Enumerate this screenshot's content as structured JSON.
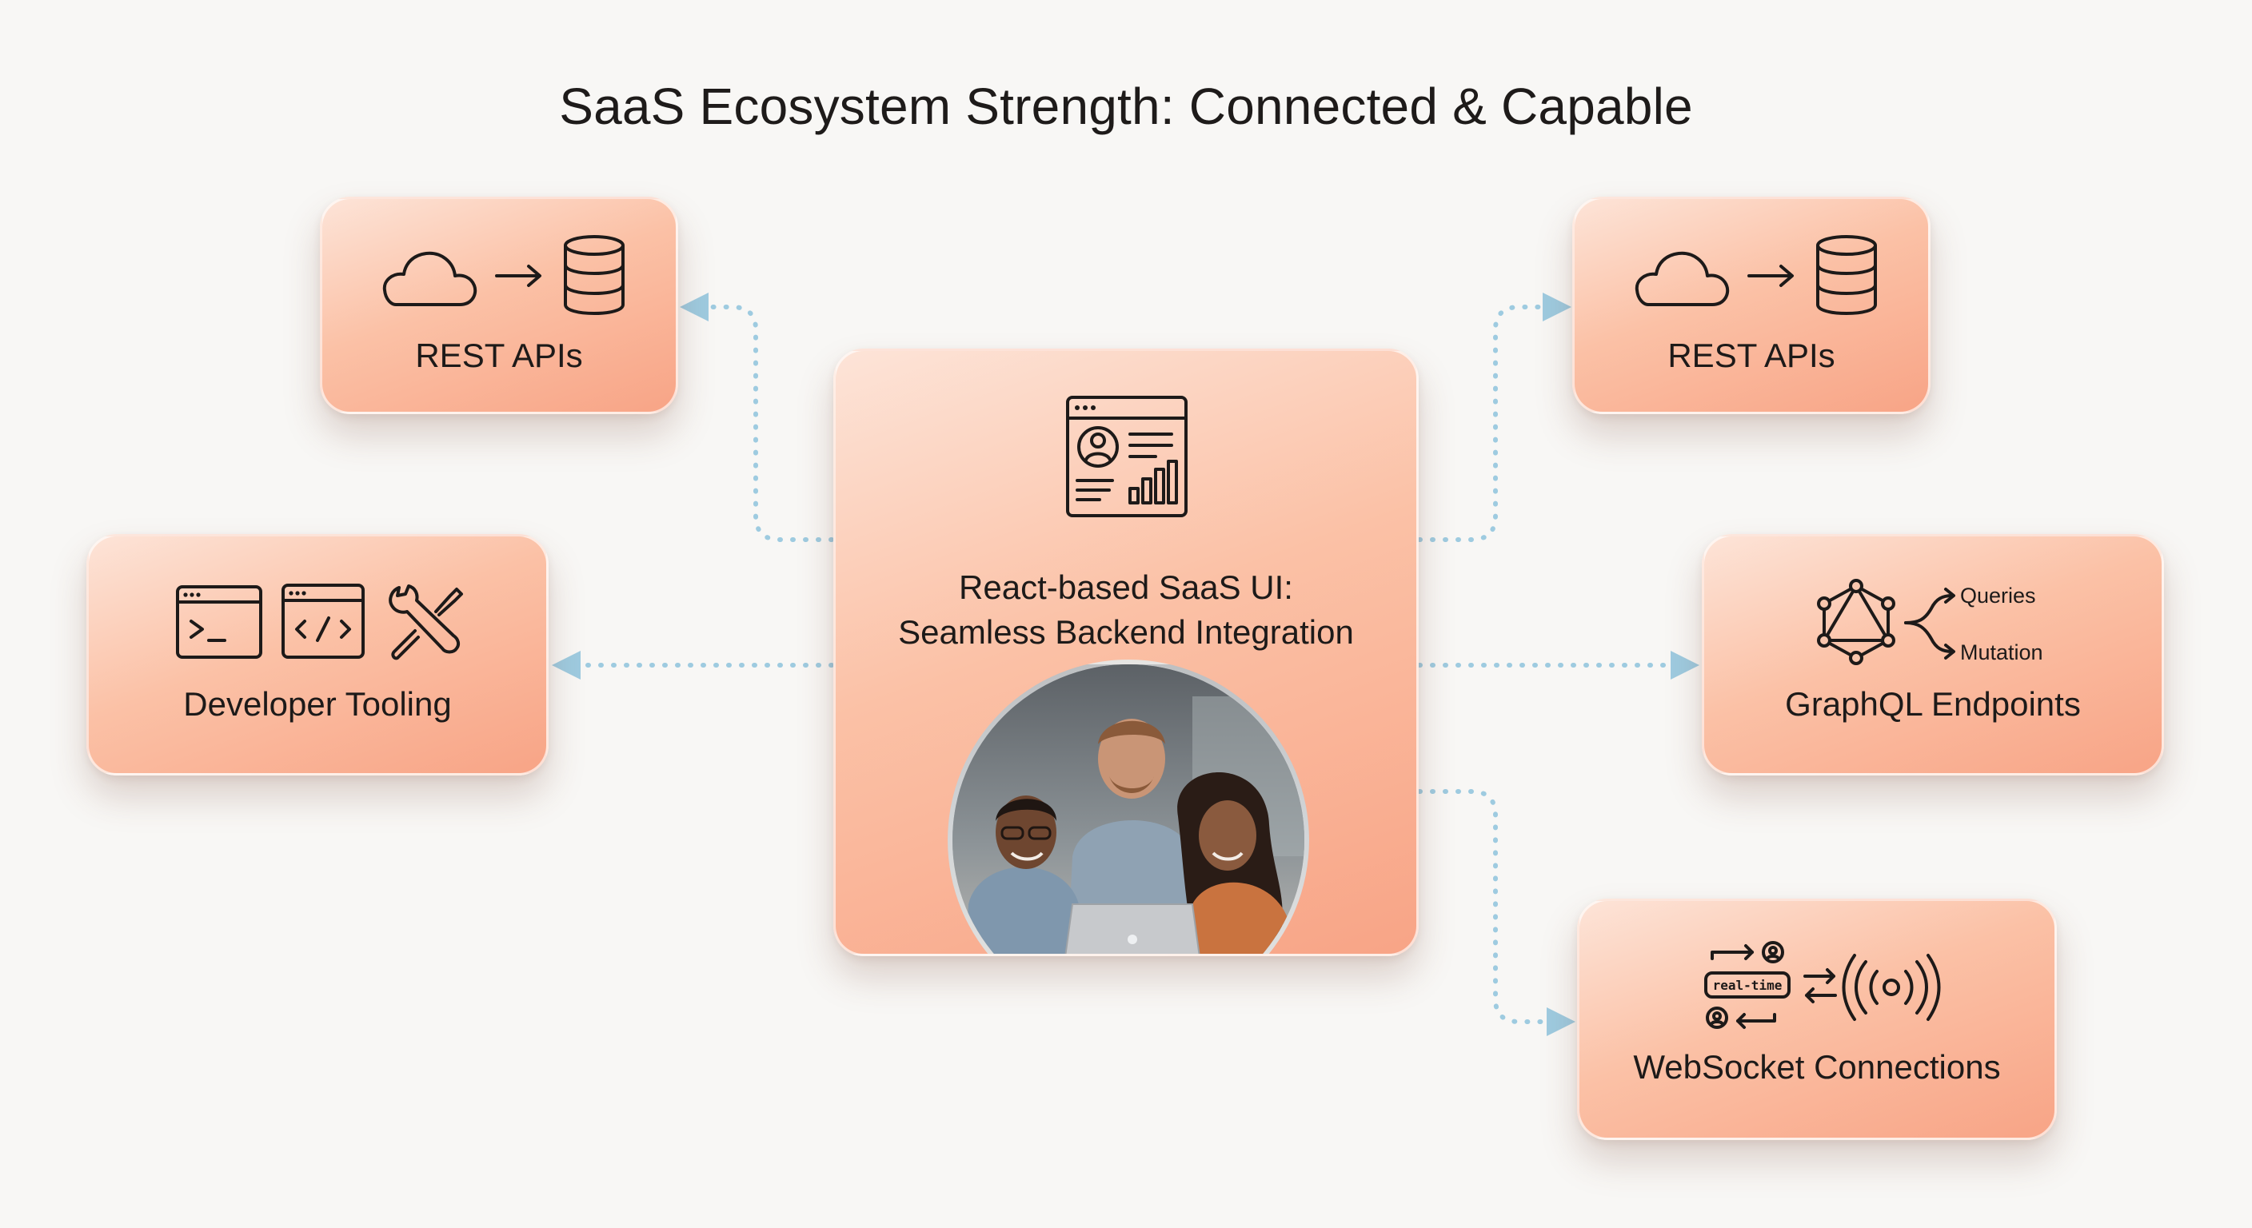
{
  "title": "SaaS Ecosystem Strength: Connected & Capable",
  "center": {
    "line1": "React-based SaaS UI:",
    "line2": "Seamless Backend Integration",
    "icon": "dashboard-window-icon",
    "photo": "three-people-at-laptop-photo"
  },
  "nodes": {
    "rest_left": {
      "label": "REST APIs",
      "icons": [
        "cloud-icon",
        "arrow-right-icon",
        "database-icon"
      ]
    },
    "rest_right": {
      "label": "REST APIs",
      "icons": [
        "cloud-icon",
        "arrow-right-icon",
        "database-icon"
      ]
    },
    "dev_tooling": {
      "label": "Developer Tooling",
      "icons": [
        "terminal-icon",
        "code-window-icon",
        "tools-icon"
      ]
    },
    "graphql": {
      "label": "GraphQL Endpoints",
      "icons": [
        "graphql-icon",
        "branch-arrows-icon"
      ],
      "branch_labels": [
        "Queries",
        "Mutation"
      ]
    },
    "websocket": {
      "label": "WebSocket Connections",
      "icons": [
        "user-exchange-icon",
        "swap-arrows-icon",
        "broadcast-icon"
      ],
      "badge": "real-time"
    }
  },
  "colors": {
    "background": "#f8f7f5",
    "card_light": "#fde4d8",
    "card_dark": "#f8a486",
    "connector": "#9ecbe0",
    "text": "#1d1a19"
  }
}
